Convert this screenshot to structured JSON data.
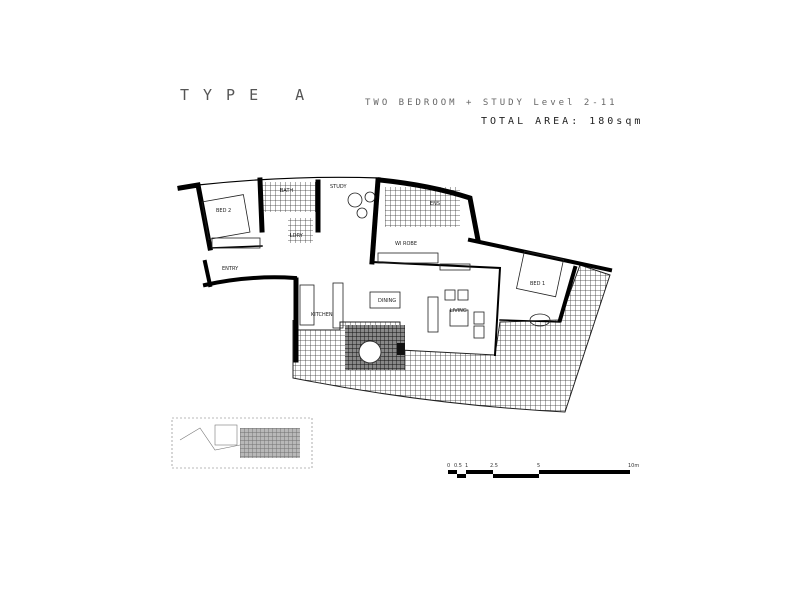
{
  "header": {
    "title": "TYPE A",
    "subtitle": "TWO BEDROOM + STUDY  Level 2-11",
    "total_area": "TOTAL AREA: 180sqm"
  },
  "rooms": {
    "bed2": "BED 2",
    "bath": "BATH",
    "study": "STUDY",
    "ens": "ENS",
    "ldry": "LDRY",
    "wirobe": "WI ROBE",
    "entry": "ENTRY",
    "kitchen": "KITCHEN",
    "dining": "DINING",
    "living": "LIVING",
    "bed1": "BED 1"
  },
  "scale_bar": {
    "ticks": [
      "0",
      "0.5",
      "1",
      "2.5",
      "5",
      "10m"
    ]
  }
}
